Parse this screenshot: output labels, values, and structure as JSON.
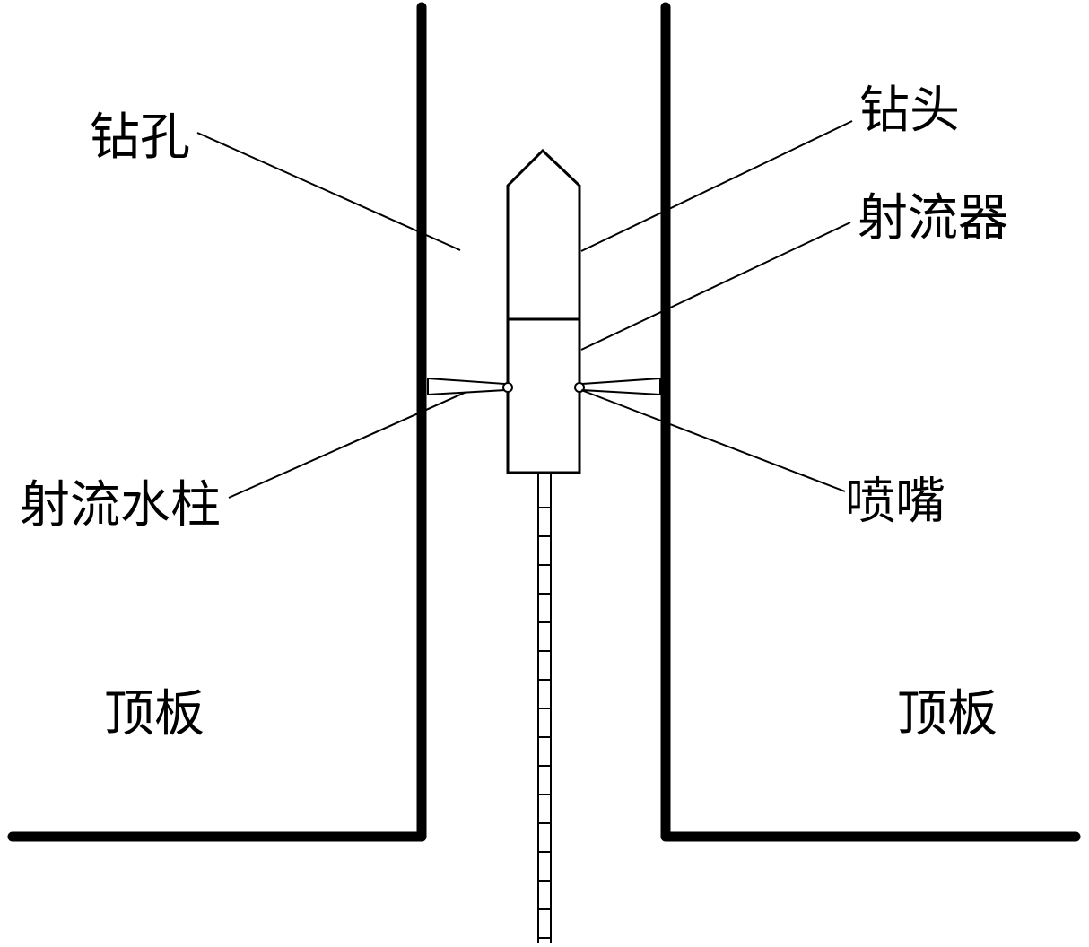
{
  "labels": {
    "borehole": "钻孔",
    "drill_bit": "钻头",
    "jet_device": "射流器",
    "jet_water_column": "射流水柱",
    "nozzle": "喷嘴",
    "roof_left": "顶板",
    "roof_right": "顶板"
  },
  "colors": {
    "stroke": "#000000",
    "background": "#ffffff"
  }
}
